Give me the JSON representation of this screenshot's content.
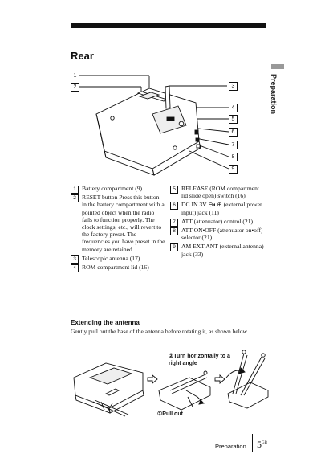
{
  "section_heading": "Rear",
  "side_tab_label": "Preparation",
  "callouts": [
    "1",
    "2",
    "3",
    "4",
    "5",
    "6",
    "7",
    "8",
    "9"
  ],
  "legend_left": [
    {
      "num": "1",
      "text": "Battery compartment (9)"
    },
    {
      "num": "2",
      "text": "RESET button Press this button in the battery compartment with a pointed object when the radio fails to function properly. The clock settings, etc., will revert to the factory preset. The frequencies you have preset in the memory are retained."
    },
    {
      "num": "3",
      "text": "Telescopic antenna (17)"
    },
    {
      "num": "4",
      "text": "ROM compartment lid (16)"
    }
  ],
  "legend_right": [
    {
      "num": "5",
      "text": "RELEASE (ROM compartment lid slide open) switch (16)"
    },
    {
      "num": "6",
      "text": "DC IN 3V ⊖◐⊕ (external power input) jack (11)"
    },
    {
      "num": "7",
      "text": "ATT (attenuator) control (21)"
    },
    {
      "num": "8",
      "text": "ATT ON•OFF (attenuator on•off) selector (21)"
    },
    {
      "num": "9",
      "text": "AM EXT ANT (external antenna) jack (33)"
    }
  ],
  "antenna": {
    "heading": "Extending the antenna",
    "intro": "Gently pull out the base of the antenna before rotating it, as shown below.",
    "step2_label": "②Turn horizontally to a right angle",
    "step1_label": "①Pull out"
  },
  "footer": {
    "section": "Preparation",
    "page": "5",
    "page_suffix": "GB"
  }
}
